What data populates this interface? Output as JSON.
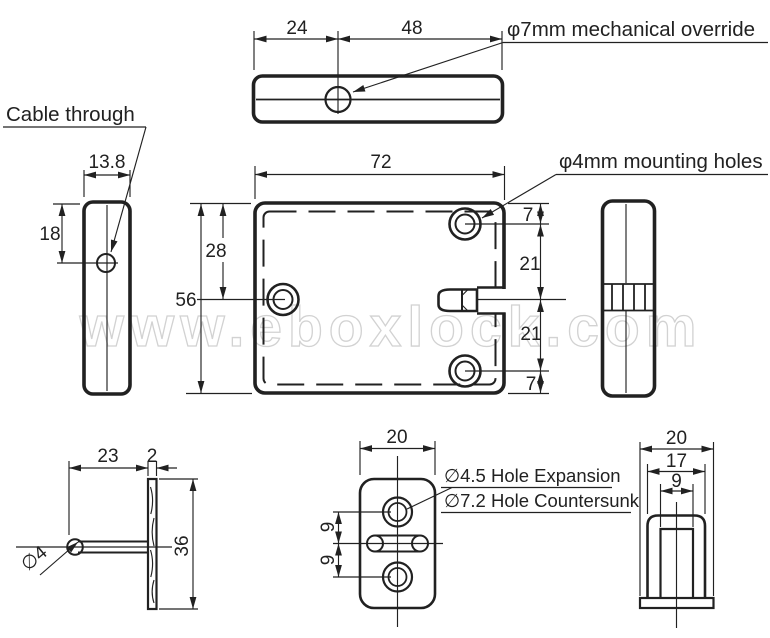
{
  "watermark": {
    "text": "www.eboxlock.com"
  },
  "colors": {
    "line": "#212121",
    "watermark": "#d2d2d2",
    "background": "#ffffff"
  },
  "views": {
    "top": {
      "dim_left": "24",
      "dim_right": "48",
      "label_override": "φ7mm mechanical override"
    },
    "side_left": {
      "dim_width": "13.8",
      "dim_hole": "18",
      "label_cable": "Cable through"
    },
    "front": {
      "dim_width": "72",
      "dim_height": "56",
      "dim_hole_offset": "28",
      "dim_top_margin": "7",
      "dim_upper": "21",
      "dim_lower": "21",
      "dim_bottom_margin": "7",
      "label_holes": "φ4mm mounting holes"
    },
    "pin": {
      "dim_length": "23",
      "dim_thickness": "2",
      "dim_height": "36",
      "label_diameter": "∅4"
    },
    "plate": {
      "dim_width": "20",
      "dim_top_gap": "9",
      "dim_bottom_gap": "9",
      "label_expansion": "∅4.5 Hole Expansion",
      "label_countersunk": "∅7.2 Hole Countersunk"
    },
    "keeper": {
      "dim_outer": "20",
      "dim_mid": "17",
      "dim_inner": "9"
    }
  }
}
